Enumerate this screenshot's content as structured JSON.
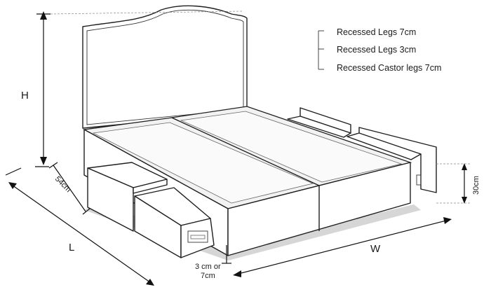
{
  "legend": {
    "items": [
      {
        "label": "Recessed Legs 7cm"
      },
      {
        "label": "Recessed Legs 3cm"
      },
      {
        "label": "Recessed Castor legs 7cm"
      }
    ]
  },
  "dimensions": {
    "height_label": "H",
    "length_label": "L",
    "width_label": "W",
    "base_height_label": "30cm",
    "drawer_depth_label": "54cm",
    "leg_gap_label_line1": "3 cm or",
    "leg_gap_label_line2": "7cm"
  }
}
